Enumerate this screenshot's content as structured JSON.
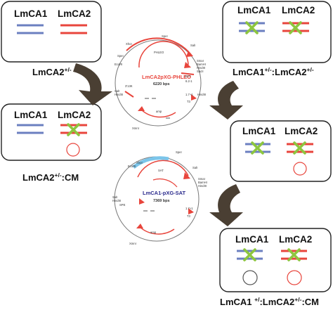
{
  "panels": {
    "p1": {
      "gene_a": "LmCA1",
      "gene_b": "LmCA2",
      "caption": "LmCA2+/-",
      "caption_base": "LmCA2",
      "caption_sup": "+/-",
      "caption_tail": ""
    },
    "p2": {
      "gene_a": "LmCA1",
      "gene_b": "LmCA2",
      "caption": "LmCA1+/-:LmCA2+/-",
      "caption_base": "LmCA1",
      "caption_sup": "+/-",
      "caption_tail": ":LmCA2",
      "caption_sup2": "+/-"
    },
    "p3": {
      "gene_a": "LmCA1",
      "gene_b": "LmCA2",
      "caption": "LmCA2+/-:CM",
      "caption_base": "LmCA2",
      "caption_sup": "+/-",
      "caption_tail": ":CM"
    },
    "p4": {
      "gene_a": "LmCA1",
      "gene_b": "LmCA2"
    },
    "p5": {
      "gene_a": "LmCA1",
      "gene_b": "LmCA2",
      "caption": "LmCA1 +/:LmCA2+/-:CM",
      "caption_base": "LmCA1 ",
      "caption_sup": "+/",
      "caption_tail": ":LmCA2",
      "caption_sup2": "+/-",
      "caption_tail2": ":CM"
    }
  },
  "plasmid_top": {
    "name": "LmCA2pXG-PHLEO",
    "size": "6220 bps",
    "sites": {
      "spei_top": "SpeI",
      "phleo": "PHLEO",
      "sali": "SalI",
      "xhoi": "XhoI",
      "spei_left": "SpeI",
      "ecori": "EcoRI",
      "smai": "SmaI",
      "bamhi": "BamHI",
      "hindiii_r": "HindIII",
      "sacii": "SacII",
      "dst": "DST",
      "kb": "6.2-1",
      "t7": "1.7+1",
      "t3": "T3",
      "hindiii_b": "HindIII",
      "sali_left": "SalI",
      "hindiii_l": "HindIII",
      "utr": "3'13K",
      "amp": "amp",
      "xmni": "XmnI"
    }
  },
  "plasmid_bottom": {
    "name": "LmCA1-pXG-SAT",
    "size": "7369 bps",
    "sites": {
      "spei": "SpeI",
      "xhoi": "XhoI",
      "ecori": "EcoRI",
      "sat": "SAT",
      "sali": "SalI",
      "smai": "SmaI",
      "bamhi": "BamHI",
      "hindiii": "HindIII",
      "sali_left": "SalI",
      "hindiii_l": "HindIII",
      "spe": "SPE",
      "t7": "1.7+1",
      "t3": "T3",
      "amp": "amp",
      "xmni": "XmnI"
    }
  },
  "colors": {
    "lmca1": "#6b7fc0",
    "lmca2": "#e8453c",
    "knockout": "#8dc63f",
    "plasmid": "#e8453c",
    "arrow": "#4a3f33",
    "sat": "#7cc5ea",
    "blue_text": "#2a2a8c"
  }
}
